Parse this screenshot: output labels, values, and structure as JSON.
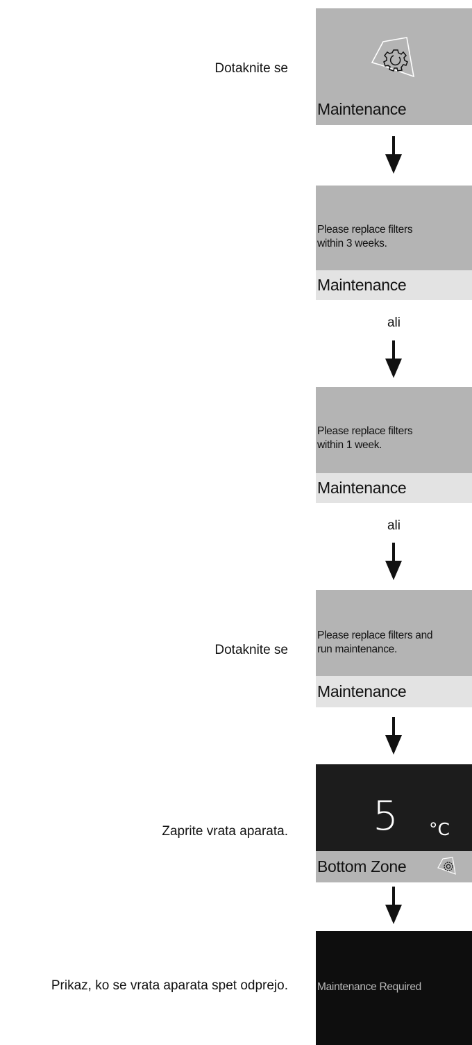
{
  "labels": {
    "touch1": "Dotaknite se",
    "touch2": "Dotaknite se",
    "close_door": "Zaprite vrata aparata.",
    "door_opened": "Prikaz, ko se vrata aparata spet odprejo."
  },
  "or_text": "ali",
  "screens": {
    "maintenance_button": {
      "title": "Maintenance",
      "icon": "maintenance-gear-icon"
    },
    "three_weeks": {
      "message_line1": "Please replace filters",
      "message_line2": "within 3 weeks.",
      "title": "Maintenance"
    },
    "one_week": {
      "message_line1": "Please replace filters",
      "message_line2": "within 1 week.",
      "title": "Maintenance"
    },
    "replace_now": {
      "message_line1": "Please replace filters and",
      "message_line2": "run maintenance.",
      "title": "Maintenance"
    },
    "temperature": {
      "value": "5",
      "unit": "°C",
      "zone": "Bottom Zone",
      "icon": "maintenance-gear-icon"
    },
    "door_open": {
      "message": "Maintenance Required"
    }
  },
  "colors": {
    "panel_gray": "#b4b4b4",
    "panel_light": "#e3e3e3",
    "panel_dark": "#1c1c1c",
    "panel_black": "#0e0e0e"
  }
}
